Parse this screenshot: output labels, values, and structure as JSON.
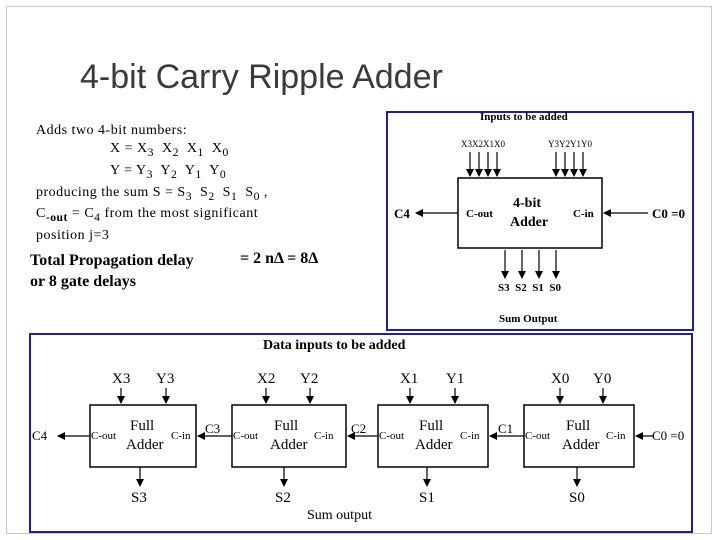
{
  "title": "4-bit Carry Ripple Adder",
  "description": {
    "line1": "Adds two 4-bit numbers:",
    "x_eq": "X = X",
    "y_eq": "Y = Y",
    "sum_line": "producing the sum  S =  S",
    "cout_pre": " C",
    "cout_sub": "-out",
    "cout_post": " = C",
    "cout_sub4": "4",
    "cout_rest": "  from the most  significant",
    "position": "position j=3",
    "subs": {
      "s3": "3",
      "s2": "2",
      "s1": "1",
      "s0": "0"
    },
    "x1": "X",
    "x0": "X",
    "x2": "X",
    "y1": "Y",
    "y0": "Y",
    "y2": "Y",
    "s_2": "S",
    "s_1": "S",
    "s_0": "S",
    "comma": " ,"
  },
  "propagation": {
    "line1": "Total Propagation delay",
    "line2": " or   8 gate delays",
    "equation": "= 2 nΔ  = 8Δ"
  },
  "top_block": {
    "inputs_label": "Inputs to be added",
    "x_bus": "X3X2X1X0",
    "y_bus": "Y3Y2Y1Y0",
    "block_label_1": "4-bit",
    "block_label_2": "Adder",
    "cout": "C-out",
    "cin": "C-in",
    "c4": "C4",
    "c0": "C0 =0",
    "sum_bus": "S3  S2  S1  S0",
    "sum_output": "Sum Output"
  },
  "bottom_block": {
    "data_inputs_label": "Data inputs to be added",
    "sum_output": "Sum output",
    "c4": "C4",
    "c0": "C0 =0",
    "adders": [
      {
        "x": "X3",
        "y": "Y3",
        "s": "S3",
        "full": "Full",
        "adder": "Adder",
        "cout": "C-out",
        "cin": "C-in",
        "carry_in": "C3"
      },
      {
        "x": "X2",
        "y": "Y2",
        "s": "S2",
        "full": "Full",
        "adder": "Adder",
        "cout": "C-out",
        "cin": "C-in",
        "carry_in": "C2"
      },
      {
        "x": "X1",
        "y": "Y1",
        "s": "S1",
        "full": "Full",
        "adder": "Adder",
        "cout": "C-out",
        "cin": "C-in",
        "carry_in": "C1"
      },
      {
        "x": "X0",
        "y": "Y0",
        "s": "S0",
        "full": "Full",
        "adder": "Adder",
        "cout": "C-out",
        "cin": "C-in",
        "carry_in": ""
      }
    ]
  },
  "colors": {
    "frame_blue": "#1e1ea0",
    "title_gray": "#3a3a3a"
  }
}
